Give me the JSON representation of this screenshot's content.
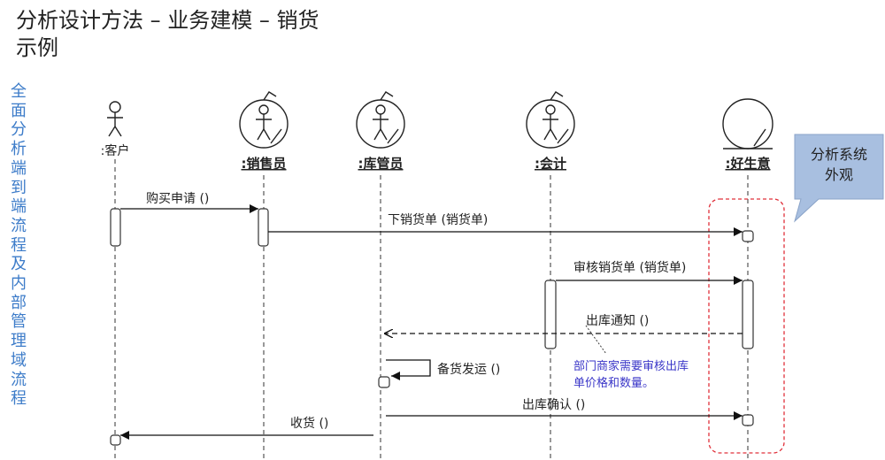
{
  "title": {
    "line1": "分析设计方法 – 业务建模 – 销货",
    "line2": "示例"
  },
  "side_label": "全面分析端到端流程及内部管理域流程",
  "actors": [
    {
      "id": "customer",
      "label": ":客户",
      "type": "actor"
    },
    {
      "id": "sales",
      "label": ":销售员",
      "type": "worker"
    },
    {
      "id": "warehouse",
      "label": ":库管员",
      "type": "worker"
    },
    {
      "id": "accountant",
      "label": ":会计",
      "type": "worker"
    },
    {
      "id": "system",
      "label": ":好生意",
      "type": "entity"
    }
  ],
  "messages": [
    {
      "label": "购买申请 ()"
    },
    {
      "label": "下销货单 (销货单)"
    },
    {
      "label": "审核销货单 (销货单)"
    },
    {
      "label": "出库通知 ()"
    },
    {
      "label": "备货发运 ()"
    },
    {
      "label": "出库确认 ()"
    },
    {
      "label": "收货 ()"
    }
  ],
  "note": {
    "line1": "部门商家需要审核出库",
    "line2": "单价格和数量。"
  },
  "callout": {
    "line1": "分析系统",
    "line2": "外观"
  },
  "colors": {
    "side_text": "#3d7cc9",
    "note_text": "#3a36c8",
    "callout_fill": "#a8bfe0",
    "highlight_border": "#e0303a"
  }
}
